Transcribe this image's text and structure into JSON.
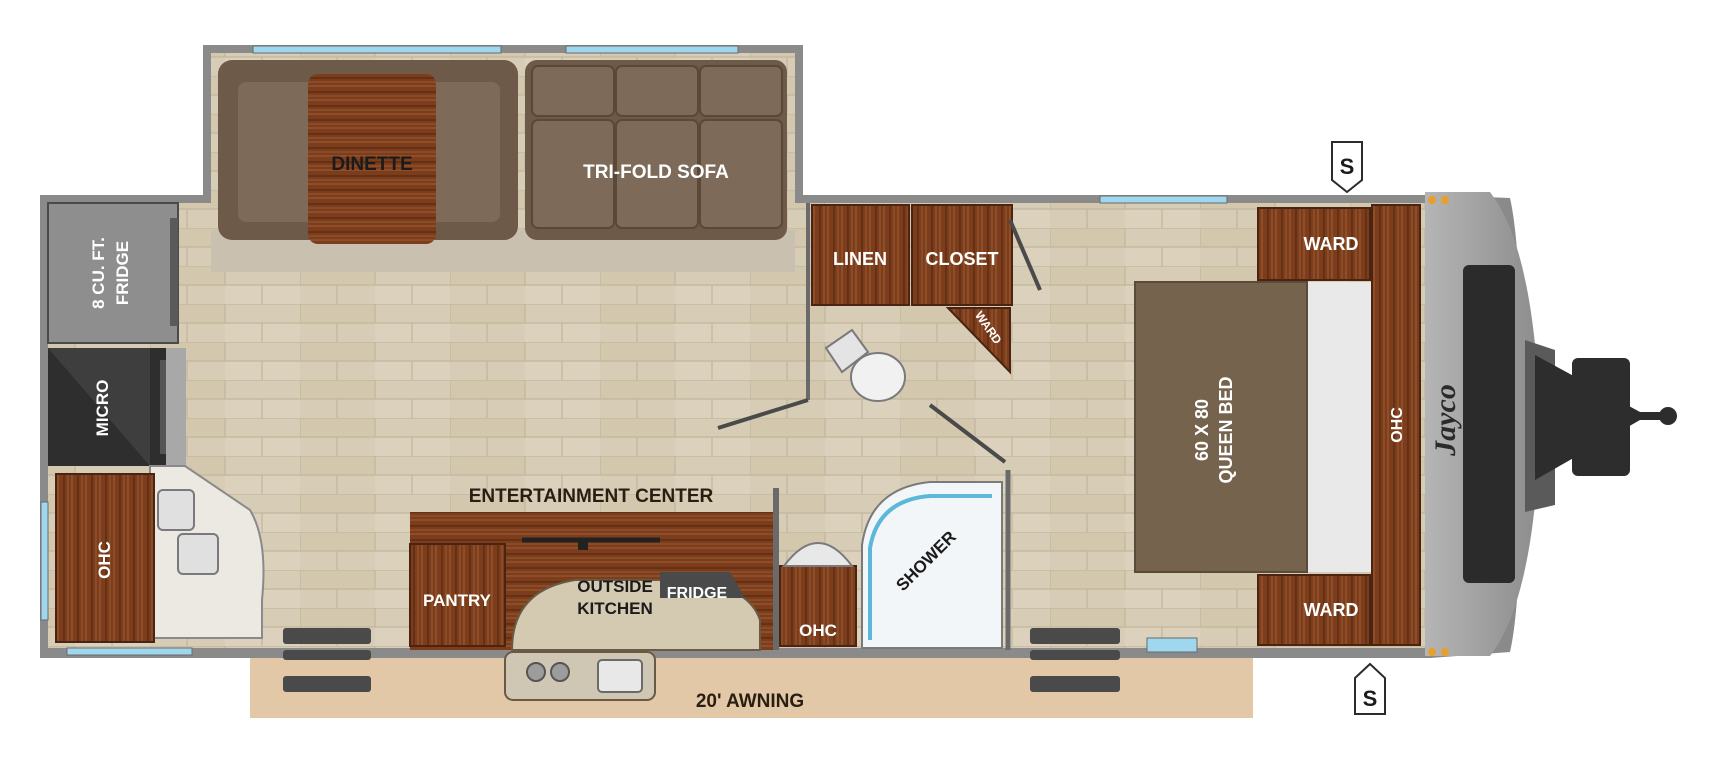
{
  "plan": {
    "labels": {
      "dinette": "DINETTE",
      "sofa": "TRI-FOLD SOFA",
      "fridge_line1": "8 CU. FT.",
      "fridge_line2": "FRIDGE",
      "micro": "MICRO",
      "ohc_front": "OHC",
      "linen": "LINEN",
      "closet": "CLOSET",
      "ward_small": "WARD",
      "ward_top": "WARD",
      "ward_bottom": "WARD",
      "bed_line1": "60 X 80",
      "bed_line2": "QUEEN BED",
      "ohc_rear": "OHC",
      "entertainment": "ENTERTAINMENT CENTER",
      "pantry": "PANTRY",
      "outside_kitchen_line1": "OUTSIDE",
      "outside_kitchen_line2": "KITCHEN",
      "outside_fridge": "FRIDGE",
      "ohc_bath": "OHC",
      "shower": "SHOWER",
      "awning": "20' AWNING",
      "stab_top": "S",
      "stab_bottom": "S",
      "brand": "Jayco"
    },
    "colors": {
      "wall": "#8d8d8d",
      "floor": "#d7cbb4",
      "sofa": "#6e5a49",
      "wood": "#7a3a1a",
      "awning": "#e2c8a6",
      "bed": "#75634d",
      "window": "#9fd8ee",
      "cap": "#9a9a9a",
      "dark": "#2b2b2b"
    }
  }
}
